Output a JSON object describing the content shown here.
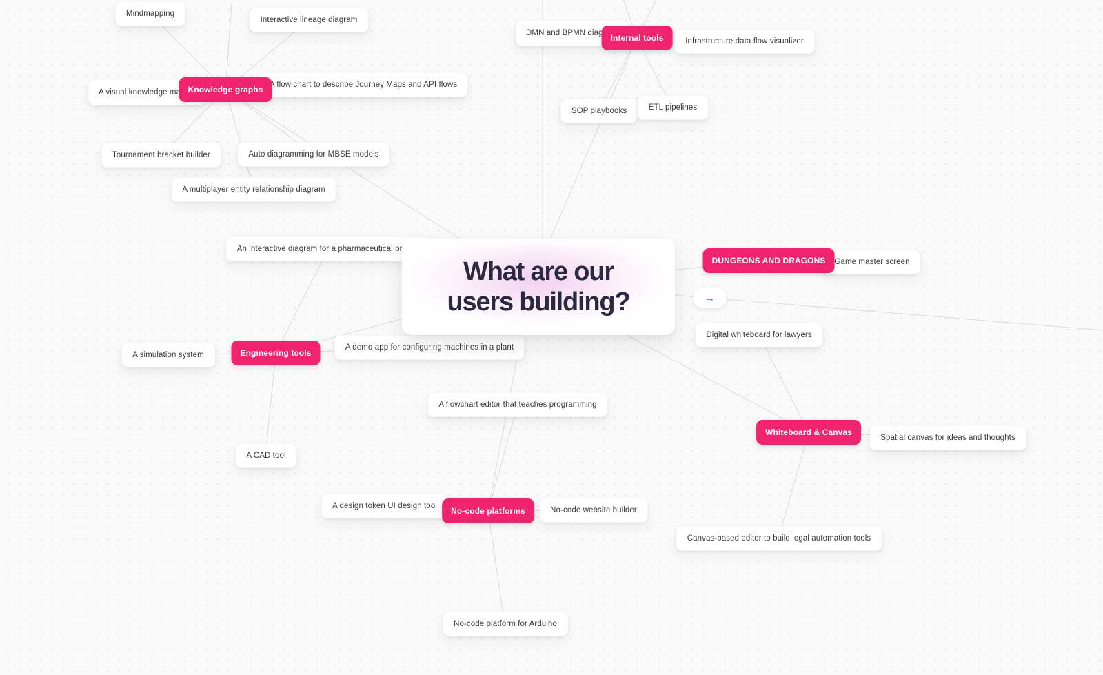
{
  "title": {
    "line1": "What are our",
    "line2": "users building?"
  },
  "categories": {
    "knowledge_graphs": {
      "label": "Knowledge graphs"
    },
    "internal_tools": {
      "label": "Internal tools"
    },
    "dungeons_and_dragons": {
      "label": "DUNGEONS AND DRAGONS"
    },
    "engineering_tools": {
      "label": "Engineering tools"
    },
    "whiteboard_canvas": {
      "label": "Whiteboard & Canvas"
    },
    "no_code_platforms": {
      "label": "No-code platforms"
    }
  },
  "ideas": {
    "mindmapping": "Mindmapping",
    "lineage": "Interactive lineage diagram",
    "visual_km": "A visual knowledge managemen",
    "journey_maps": "A flow chart to describe Journey Maps and API flows",
    "tournament": "Tournament bracket builder",
    "mbse": "Auto diagramming for MBSE models",
    "multiplayer_erd": "A multiplayer entity relationship diagram",
    "dmn_bpmn": "DMN and BPMN diagram edit",
    "infra_flow": "Infrastructure data flow visualizer",
    "sop_playbooks": "SOP playbooks",
    "etl_pipelines": "ETL pipelines",
    "pharma": "An interactive diagram for a pharmaceutical project",
    "game_master": "Game master screen",
    "lawyers_whiteboard": "Digital whiteboard for lawyers",
    "simulation": "A simulation system",
    "demo_app": "A demo app for configuring machines in a plant",
    "flowchart_teaching": "A flowchart editor that teaches programming",
    "cad_tool": "A CAD tool",
    "spatial_canvas": "Spatial canvas for ideas and thoughts",
    "design_token": "A design token UI design tool",
    "website_builder": "No-code website builder",
    "legal_automation": "Canvas-based editor to build legal automation tools",
    "arduino": "No-code platform for Arduino"
  },
  "icons": {
    "arrow_right": "→"
  },
  "colors": {
    "category_bg": "#F0246E",
    "edge": "#DADADA",
    "title_text": "#2B2940",
    "card_text": "#3B3B3B",
    "canvas_bg": "#FAFAFA",
    "arrow_icon": "#E8306F"
  }
}
